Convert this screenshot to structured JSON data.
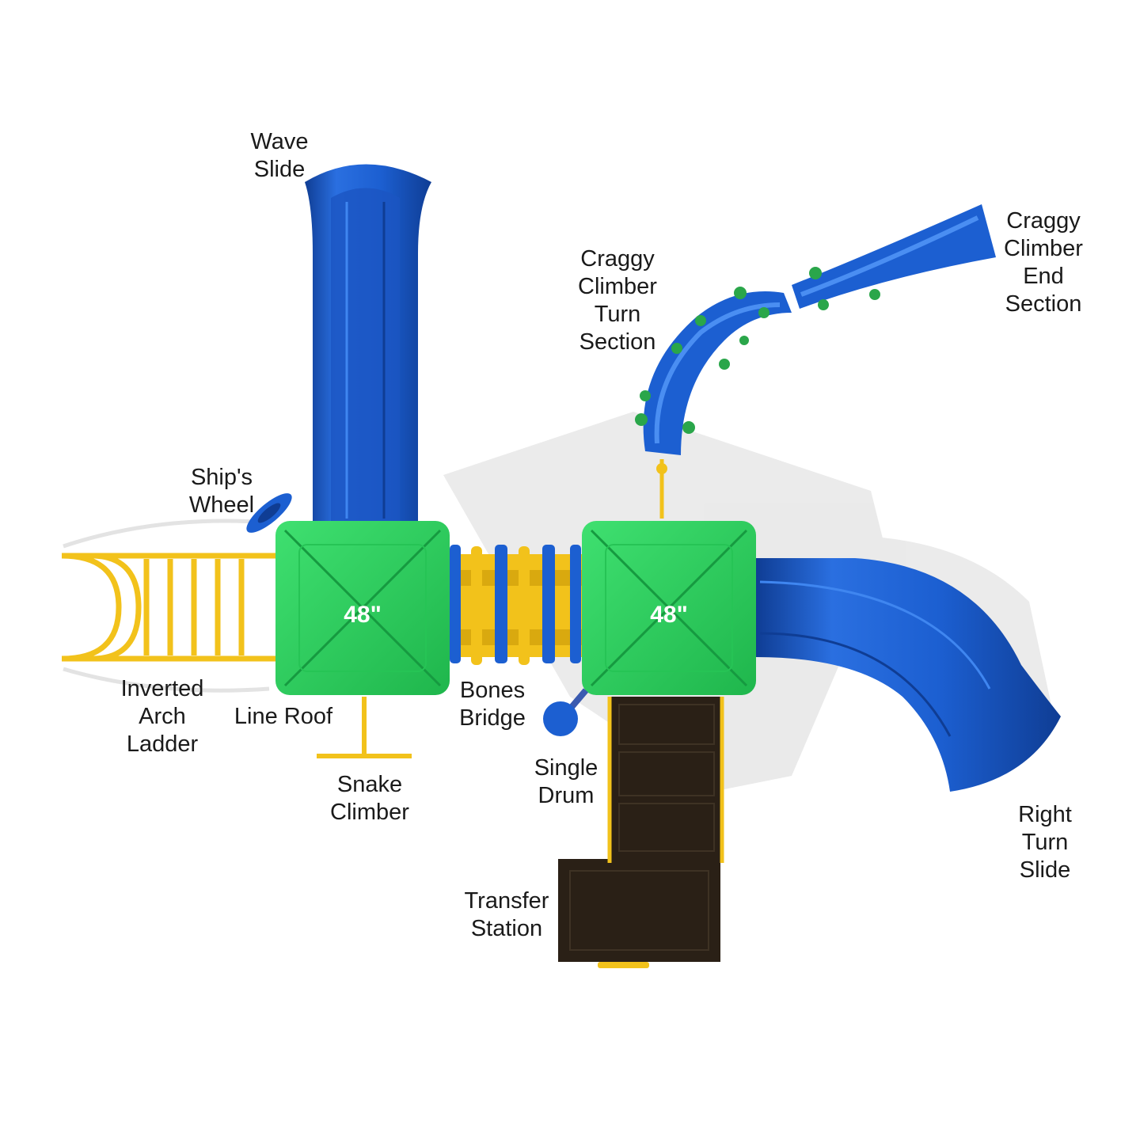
{
  "colors": {
    "slide_blue": "#1c5fd1",
    "slide_blue_dark": "#0f3d94",
    "roof_green": "#2bd15e",
    "roof_green_dark": "#169a40",
    "frame_yellow": "#f2c21b",
    "deck_brown": "#2a2016",
    "rock_green": "#2aa64a"
  },
  "roofs": {
    "left_height": "48\"",
    "right_height": "48\""
  },
  "labels": {
    "wave_slide": "Wave\nSlide",
    "craggy_turn": "Craggy\nClimber\nTurn\nSection",
    "craggy_end": "Craggy\nClimber\nEnd\nSection",
    "ships_wheel": "Ship's\nWheel",
    "inverted_arch_ladder": "Inverted\nArch\nLadder",
    "line_roof": "Line Roof",
    "bones_bridge": "Bones\nBridge",
    "snake_climber": "Snake\nClimber",
    "single_drum": "Single\nDrum",
    "transfer_station": "Transfer\nStation",
    "right_turn_slide": "Right\nTurn\nSlide"
  }
}
